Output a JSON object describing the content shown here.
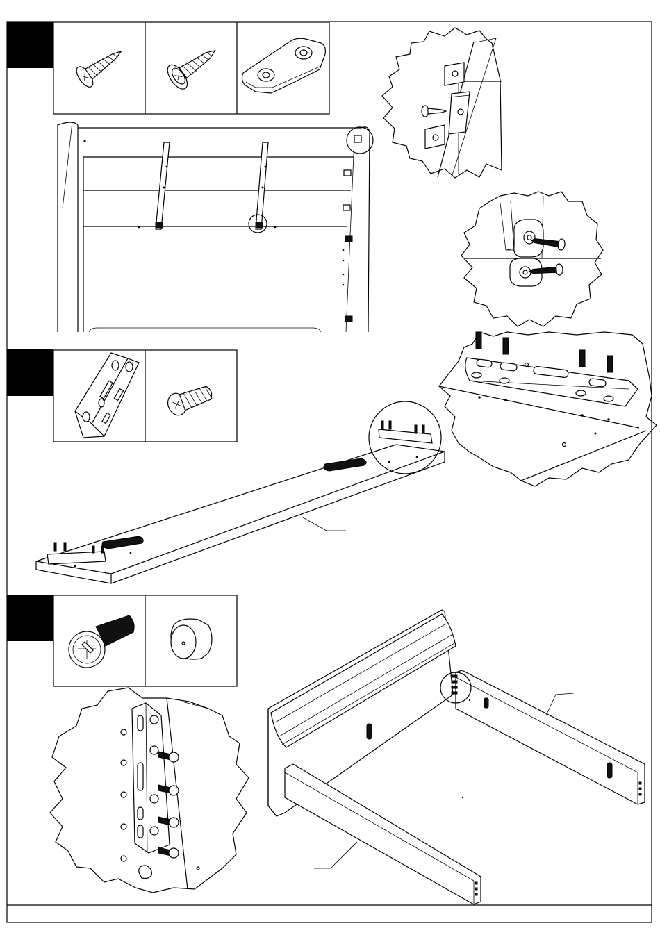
{
  "document": {
    "type": "assembly-instructions",
    "step_markers": [
      "step-1",
      "step-2",
      "step-3"
    ],
    "footer_text": ""
  },
  "steps": [
    {
      "id": "step-1",
      "parts": [
        "wood-screw-icon",
        "wood-screw-washer-icon",
        "plastic-connector-plate-icon"
      ]
    },
    {
      "id": "step-2",
      "parts": [
        "angle-bracket-icon",
        "euro-screw-icon"
      ]
    },
    {
      "id": "step-3",
      "parts": [
        "machine-bolt-icon",
        "plastic-cap-icon"
      ]
    }
  ]
}
